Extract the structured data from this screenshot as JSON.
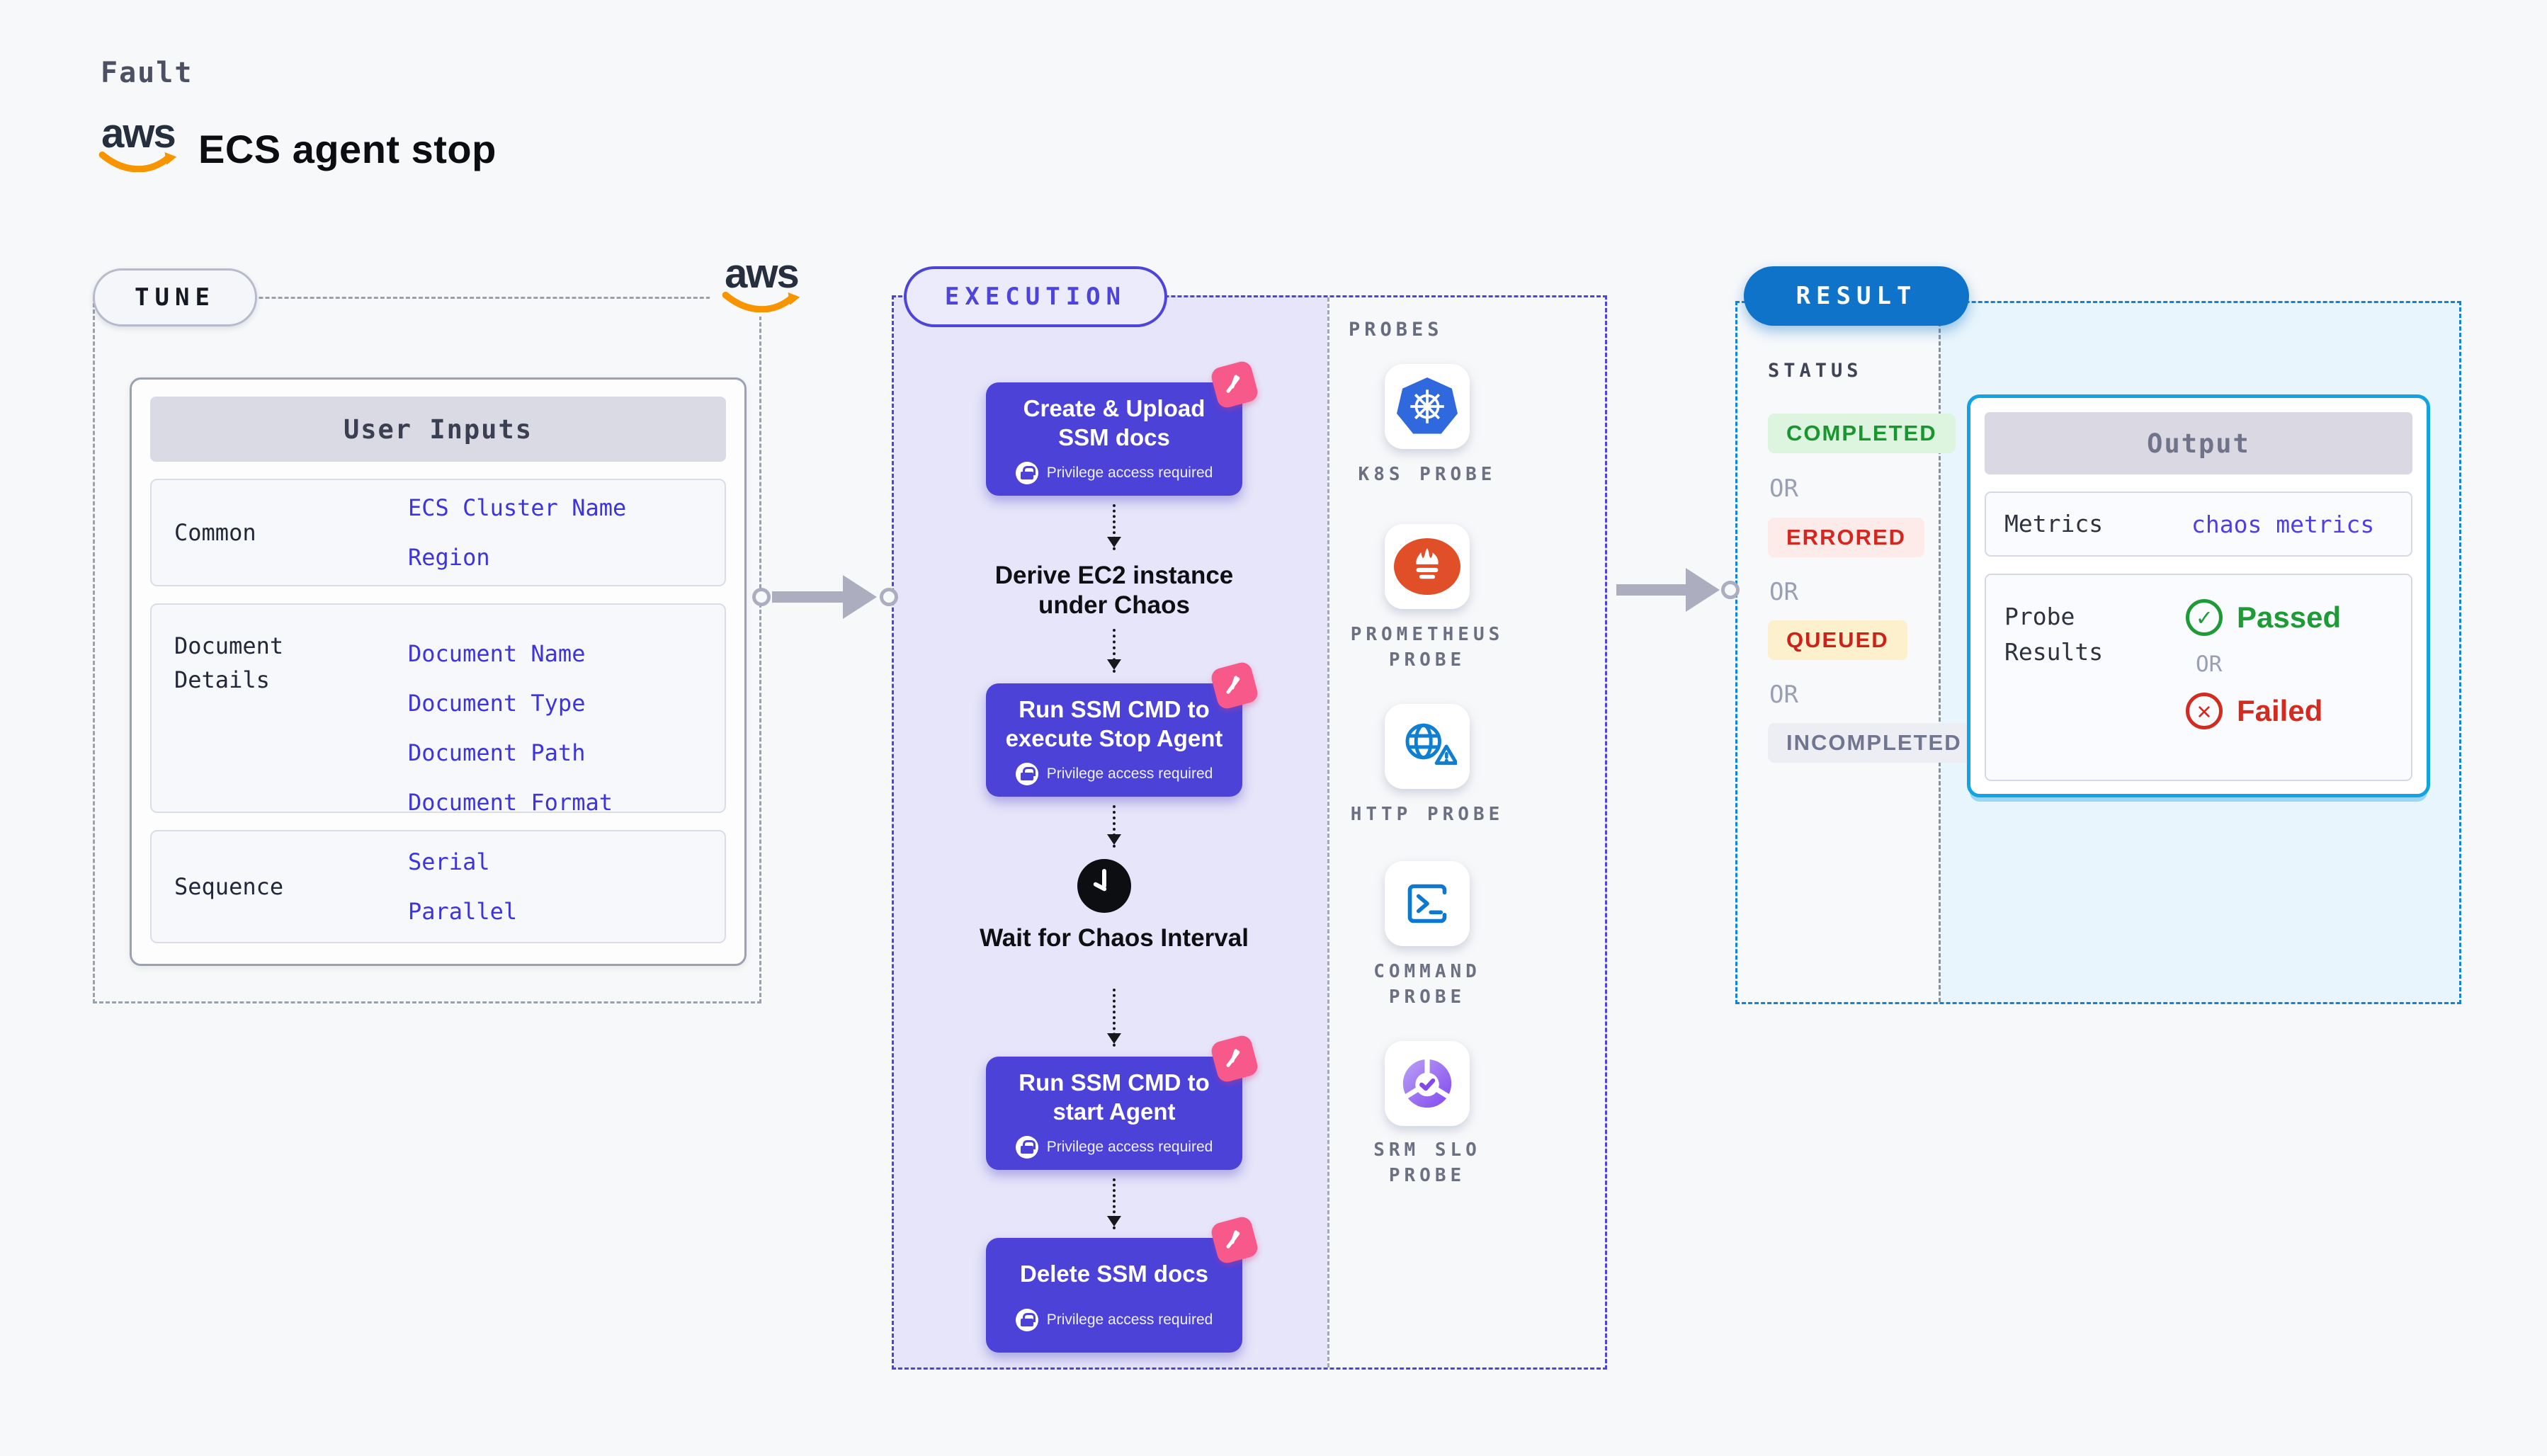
{
  "header": {
    "eyebrow": "Fault",
    "title": "ECS agent stop",
    "aws_word": "aws"
  },
  "tune": {
    "badge": "TUNE",
    "table": {
      "header": "User Inputs",
      "rows": [
        {
          "label": "Common",
          "values": [
            "ECS Cluster Name",
            "Region"
          ]
        },
        {
          "label": "Document Details",
          "values": [
            "Document Name",
            "Document Type",
            "Document Path",
            "Document Format"
          ]
        },
        {
          "label": "Sequence",
          "values": [
            "Serial",
            "Parallel"
          ]
        }
      ]
    }
  },
  "execution": {
    "badge": "EXECUTION",
    "flow": [
      {
        "type": "block",
        "title": "Create & Upload SSM docs",
        "note": "Privilege access required"
      },
      {
        "type": "label",
        "title": "Derive EC2 instance under Chaos"
      },
      {
        "type": "block",
        "title": "Run SSM CMD to execute Stop Agent",
        "note": "Privilege access required"
      },
      {
        "type": "wait",
        "title": "Wait for Chaos Interval"
      },
      {
        "type": "block",
        "title": "Run SSM CMD to start Agent",
        "note": "Privilege access required"
      },
      {
        "type": "block",
        "title": "Delete SSM docs",
        "note": "Privilege access required"
      }
    ],
    "probes": {
      "heading": "PROBES",
      "items": [
        {
          "name": "K8S PROBE",
          "icon": "kubernetes-icon"
        },
        {
          "name": "PROMETHEUS PROBE",
          "icon": "prometheus-icon"
        },
        {
          "name": "HTTP PROBE",
          "icon": "globe-alert-icon"
        },
        {
          "name": "COMMAND PROBE",
          "icon": "terminal-icon"
        },
        {
          "name": "SRM SLO PROBE",
          "icon": "slo-donut-icon"
        }
      ]
    }
  },
  "result": {
    "badge": "RESULT",
    "status": {
      "heading": "STATUS",
      "separator": "OR",
      "options": [
        "COMPLETED",
        "ERRORED",
        "QUEUED",
        "INCOMPLETED"
      ]
    },
    "output": {
      "header": "Output",
      "metrics_label": "Metrics",
      "metrics_value": "chaos metrics",
      "probe_label": "Probe Results",
      "passed": "Passed",
      "or": "OR",
      "failed": "Failed"
    }
  },
  "colors": {
    "page_bg": "#f7f8fa",
    "block_purple": "#4c42d8",
    "lavender_panel": "#e6e5f9",
    "indigo_dash": "#4d45d9",
    "grey_dash": "#9aa0ac",
    "result_blue": "#0e73c9",
    "result_dash_blue": "#1583d5",
    "output_border_cyan": "#12a3e2",
    "cyan_bg": "#e8f5fc",
    "value_blue": "#3d34dc",
    "flag_pink": "#f8598b",
    "passed_green": "#1d9b35",
    "failed_red": "#d32b20",
    "aws_orange": "#f79400"
  }
}
